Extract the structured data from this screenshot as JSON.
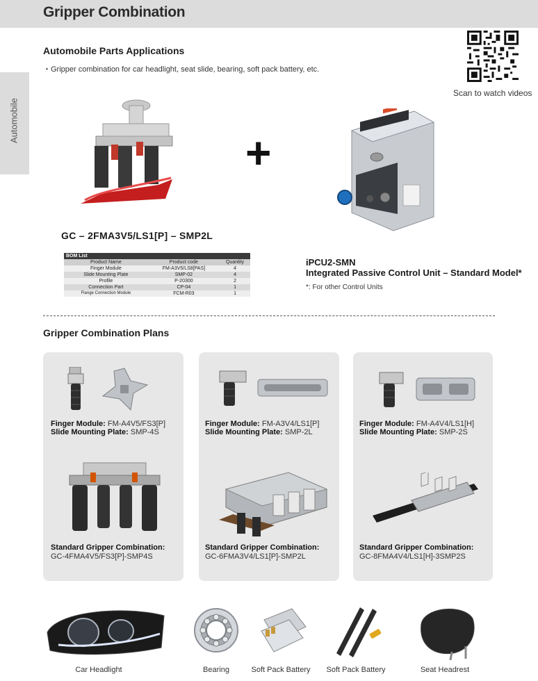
{
  "header": {
    "title": "Gripper Combination"
  },
  "side_tab": {
    "label": "Automobile"
  },
  "applications": {
    "heading": "Automobile Parts Applications",
    "bullet": "・Gripper combination for car headlight, seat slide, bearing, soft pack battery, etc."
  },
  "qr": {
    "caption": "Scan to watch videos"
  },
  "combo": {
    "model": "GC – 2FMA3V5/LS1[P] – SMP2L",
    "plus_symbol": "+"
  },
  "bom": {
    "title": "BOM List",
    "headers": [
      "Product Name",
      "Product code",
      "Quantity"
    ],
    "rows": [
      [
        "Finger Module",
        "FM-A3V5/LS8[PAS]",
        "4"
      ],
      [
        "Slide Mounting Plate",
        "SMP-02",
        "4"
      ],
      [
        "Profile",
        "P-20300",
        "2"
      ],
      [
        "Connection Part",
        "CP-04",
        "1"
      ],
      [
        "Flange Connection Module",
        "FCM-R03",
        "1"
      ]
    ]
  },
  "control_unit": {
    "code": "iPCU2-SMN",
    "name": "Integrated Passive Control Unit – Standard Model*",
    "footnote": "*:  For other Control Units"
  },
  "plans": {
    "heading": "Gripper Combination Plans",
    "cards": [
      {
        "finger_label": "Finger Module:",
        "finger_value": "FM-A4V5/FS3[P]",
        "plate_label": "Slide Mounting Plate:",
        "plate_value": "SMP-4S",
        "std_label": "Standard Gripper Combination:",
        "std_value": "GC-4FMA4V5/FS3[P]-SMP4S"
      },
      {
        "finger_label": "Finger Module:",
        "finger_value": "FM-A3V4/LS1[P]",
        "plate_label": "Slide Mounting Plate:",
        "plate_value": "SMP-2L",
        "std_label": "Standard Gripper Combination:",
        "std_value": "GC-6FMA3V4/LS1[P]-SMP2L"
      },
      {
        "finger_label": "Finger Module:",
        "finger_value": "FM-A4V4/LS1[H]",
        "plate_label": "Slide Mounting Plate:",
        "plate_value": "SMP-2S",
        "std_label": "Standard Gripper Combination:",
        "std_value": "GC-8FMA4V4/LS1[H]-3SMP2S"
      }
    ]
  },
  "apps": [
    {
      "label": "Car Headlight"
    },
    {
      "label": "Bearing"
    },
    {
      "label": "Soft Pack Battery"
    },
    {
      "label": "Soft Pack Battery"
    },
    {
      "label": "Seat Headrest"
    }
  ]
}
